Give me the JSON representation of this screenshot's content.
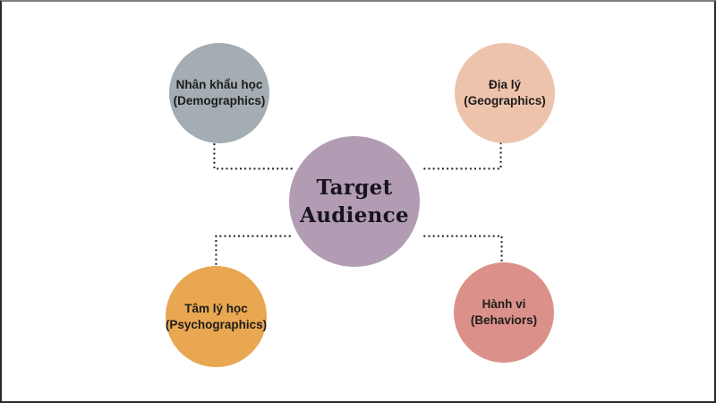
{
  "center": {
    "label": "Target Audience",
    "color": "#b19cb3"
  },
  "nodes": [
    {
      "id": "demographics",
      "label_vi": "Nhân khẩu học",
      "label_en": "(Demographics)",
      "color": "#a3adb3"
    },
    {
      "id": "geographics",
      "label_vi": "Địa lý",
      "label_en": "(Geographics)",
      "color": "#eec3ac"
    },
    {
      "id": "psychographics",
      "label_vi": "Tâm lý học",
      "label_en": "(Psychographics)",
      "color": "#e8a750"
    },
    {
      "id": "behaviors",
      "label_vi": "Hành vi",
      "label_en": "(Behaviors)",
      "color": "#db9189"
    }
  ],
  "colors": {
    "background": "#ffffff",
    "connector": "#1b1b1b",
    "text": "#1c1c1c",
    "frame": "#2b2b2b"
  }
}
